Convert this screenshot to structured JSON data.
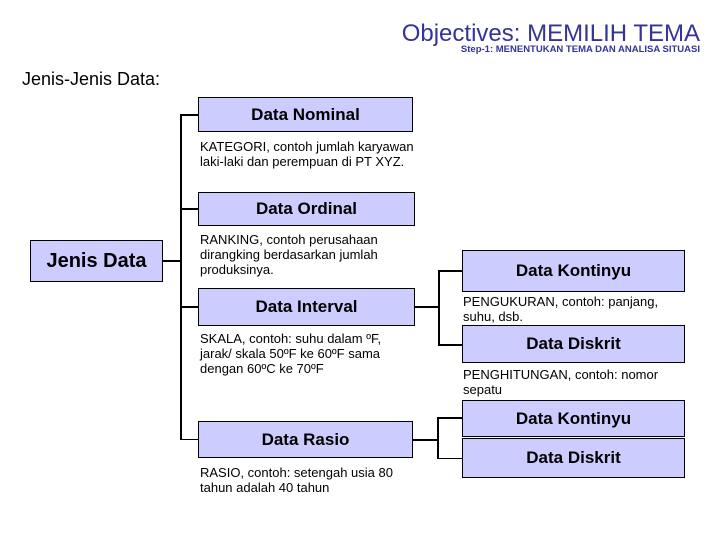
{
  "header": {
    "title": "Objectives: MEMILIH TEMA",
    "subtitle": "Step-1: MENENTUKAN TEMA DAN ANALISA SITUASI"
  },
  "heading": "Jenis-Jenis Data:",
  "tree": {
    "root": {
      "label": "Jenis Data"
    },
    "branches": [
      {
        "label": "Data Nominal",
        "description": "KATEGORI, contoh jumlah karyawan laki-laki dan perempuan di PT XYZ."
      },
      {
        "label": "Data Ordinal",
        "description": "RANKING, contoh perusahaan dirangking berdasarkan jumlah produksinya."
      },
      {
        "label": "Data Interval",
        "description": "SKALA, contoh: suhu dalam ºF, jarak/ skala 50ºF ke 60ºF sama dengan 60ºC ke 70ºF"
      },
      {
        "label": "Data Rasio",
        "description": "RASIO, contoh: setengah usia 80 tahun adalah 40 tahun"
      }
    ],
    "interval_children": [
      {
        "label": "Data Kontinyu",
        "description": "PENGUKURAN, contoh: panjang, suhu, dsb."
      },
      {
        "label": "Data Diskrit",
        "description": "PENGHITUNGAN, contoh: nomor sepatu"
      }
    ],
    "rasio_children": [
      {
        "label": "Data Kontinyu"
      },
      {
        "label": "Data Diskrit"
      }
    ]
  },
  "colors": {
    "accent_title": "#333399",
    "node_fill": "#ccccff",
    "node_border": "#000000",
    "connector": "#000000",
    "text": "#000000",
    "background": "#ffffff"
  }
}
